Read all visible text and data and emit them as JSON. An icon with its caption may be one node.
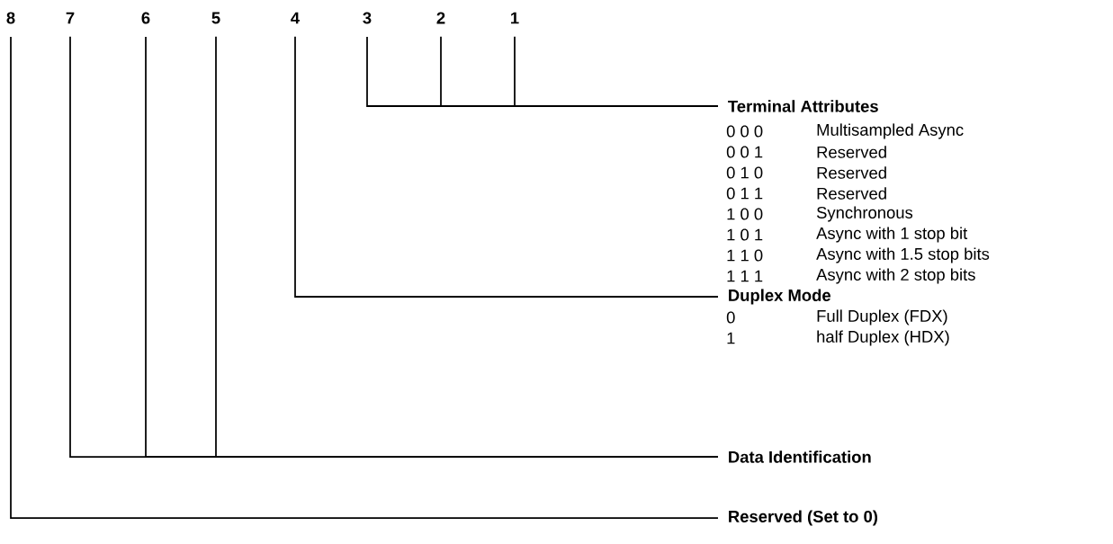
{
  "diagram": {
    "nodes": [
      {
        "text": [
          "8"
        ]
      },
      {
        "text": [
          "7"
        ]
      },
      {
        "text": [
          "6"
        ]
      },
      {
        "text": [
          "5"
        ]
      },
      {
        "text": [
          "4"
        ]
      },
      {
        "text": [
          "3"
        ]
      },
      {
        "text": [
          "2"
        ]
      },
      {
        "text": [
          "1"
        ]
      },
      {
        "text": [
          "Terminal Attributes"
        ]
      },
      {
        "text": [
          "Duplex Mode"
        ]
      },
      {
        "text": [
          "Data Identification"
        ]
      },
      {
        "text": [
          "Reserved (Set to 0)"
        ]
      }
    ],
    "edges": [
      {
        "from": 5,
        "to": 8,
        "arrow": "none"
      },
      {
        "from": 6,
        "to": 8,
        "arrow": "none"
      },
      {
        "from": 7,
        "to": 8,
        "arrow": "none"
      },
      {
        "from": 4,
        "to": 9,
        "arrow": "none"
      },
      {
        "from": 1,
        "to": 10,
        "arrow": "none"
      },
      {
        "from": 2,
        "to": 10,
        "arrow": "none"
      },
      {
        "from": 3,
        "to": 10,
        "arrow": "none"
      },
      {
        "from": 0,
        "to": 11,
        "arrow": "none"
      }
    ],
    "labels": [
      "0 0 0",
      "Multisampled Async",
      "0 0 1",
      "Reserved",
      "0 1 0",
      "Reserved",
      "0 1 1",
      "Reserved",
      "1 0 0",
      "Synchronous",
      "1 0 1",
      "Async with 1 stop bit",
      "1 1 0",
      "Async with 1.5 stop bits",
      "1 1 1",
      "Async with 2 stop bits",
      "0",
      "Full Duplex (FDX)",
      "1",
      "half Duplex (HDX)"
    ]
  }
}
